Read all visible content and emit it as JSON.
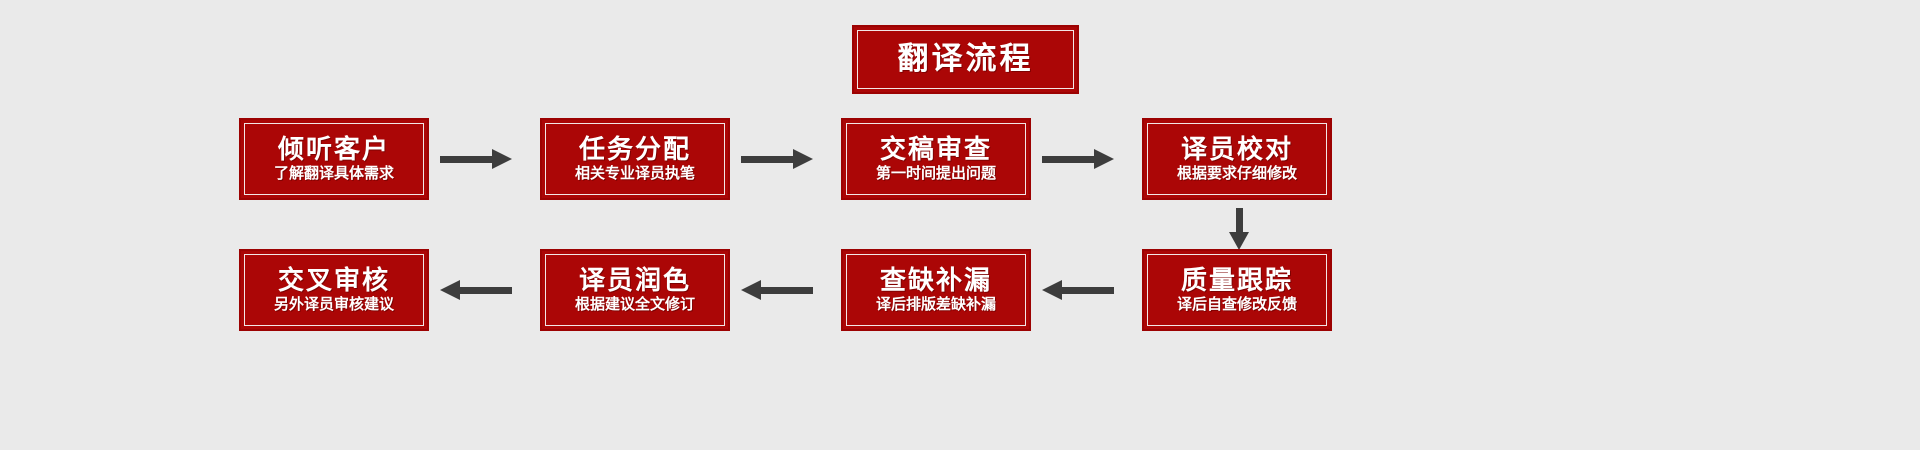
{
  "diagram": {
    "title": "翻译流程",
    "background_color": "#eaeaea",
    "box_fill_color": "#ab0606",
    "box_border_color": "#9c0202",
    "box_inner_border_color": "#f3e6e6",
    "text_color": "#ffffff",
    "arrow_color": "#3d3d3d",
    "steps": [
      {
        "id": 1,
        "title": "倾听客户",
        "subtitle": "了解翻译具体需求"
      },
      {
        "id": 2,
        "title": "任务分配",
        "subtitle": "相关专业译员执笔"
      },
      {
        "id": 3,
        "title": "交稿审查",
        "subtitle": "第一时间提出问题"
      },
      {
        "id": 4,
        "title": "译员校对",
        "subtitle": "根据要求仔细修改"
      },
      {
        "id": 5,
        "title": "质量跟踪",
        "subtitle": "译后自查修改反馈"
      },
      {
        "id": 6,
        "title": "查缺补漏",
        "subtitle": "译后排版差缺补漏"
      },
      {
        "id": 7,
        "title": "译员润色",
        "subtitle": "根据建议全文修订"
      },
      {
        "id": 8,
        "title": "交叉审核",
        "subtitle": "另外译员审核建议"
      }
    ],
    "connectors": [
      {
        "id": "a1",
        "direction": "right",
        "from": 1,
        "to": 2
      },
      {
        "id": "a2",
        "direction": "right",
        "from": 2,
        "to": 3
      },
      {
        "id": "a3",
        "direction": "right",
        "from": 3,
        "to": 4
      },
      {
        "id": "a4",
        "direction": "down",
        "from": 4,
        "to": 5
      },
      {
        "id": "a5",
        "direction": "left",
        "from": 5,
        "to": 6
      },
      {
        "id": "a6",
        "direction": "left",
        "from": 6,
        "to": 7
      },
      {
        "id": "a7",
        "direction": "left",
        "from": 7,
        "to": 8
      }
    ]
  },
  "chart_data": {
    "type": "diagram",
    "title": "翻译流程",
    "flow_order": [
      "倾听客户",
      "任务分配",
      "交稿审查",
      "译员校对",
      "质量跟踪",
      "查缺补漏",
      "译员润色",
      "交叉审核"
    ]
  }
}
